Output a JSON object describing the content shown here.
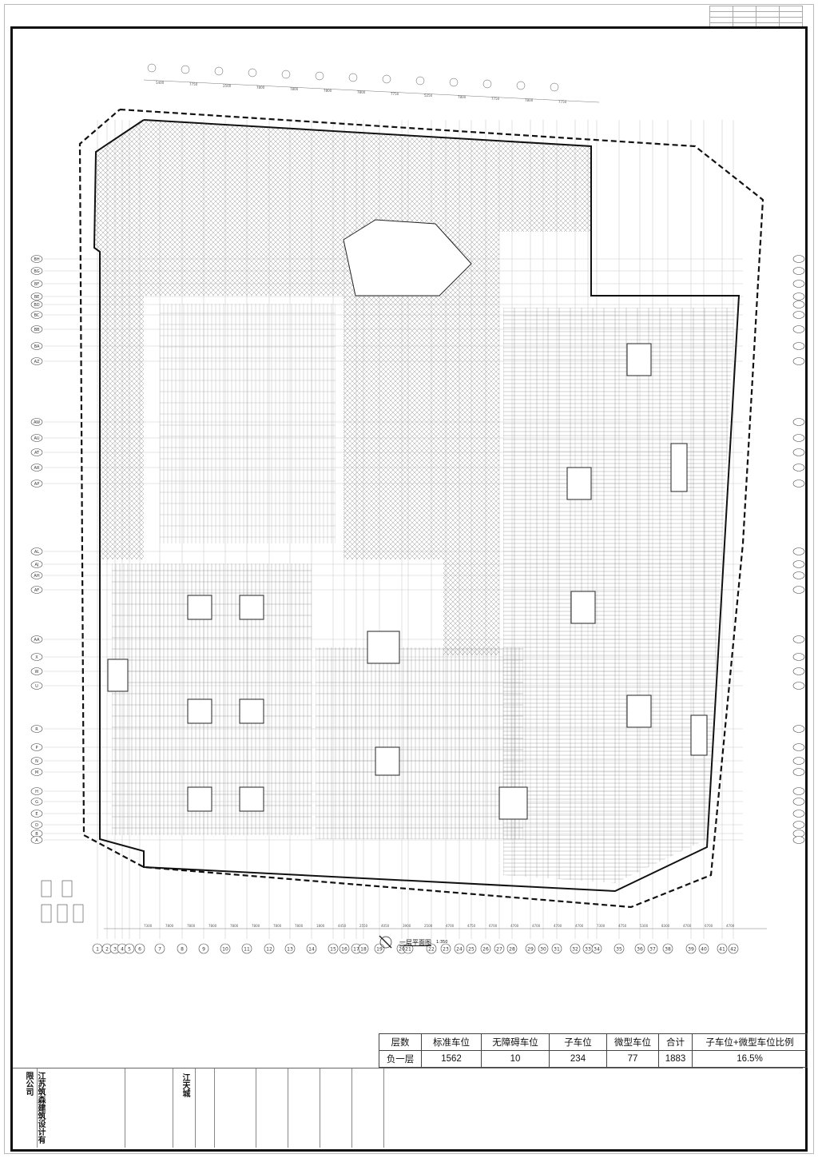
{
  "drawing": {
    "title": "一层平面图",
    "scale": "1:350",
    "bottom_axes": [
      "1",
      "2",
      "3",
      "4",
      "5",
      "6",
      "7",
      "8",
      "9",
      "10",
      "11",
      "12",
      "13",
      "14",
      "15",
      "16",
      "17",
      "18",
      "19",
      "20",
      "21",
      "22",
      "23",
      "24",
      "25",
      "26",
      "27",
      "28",
      "29",
      "30",
      "31",
      "32",
      "33",
      "34",
      "35",
      "36",
      "37",
      "38",
      "39",
      "40",
      "41",
      "42"
    ],
    "left_axes": [
      "BH",
      "BG",
      "BF",
      "BE",
      "BD",
      "BC",
      "BB",
      "BA",
      "AZ",
      "AW",
      "AU",
      "AT",
      "AR",
      "AP",
      "AL",
      "AJ",
      "AH",
      "AF",
      "AA",
      "X",
      "W",
      "U",
      "R",
      "P",
      "N",
      "M",
      "H",
      "G",
      "E",
      "D",
      "B",
      "A"
    ],
    "top_dimensions": [
      "5400",
      "7750",
      "2500",
      "7800",
      "7800",
      "7800",
      "7800",
      "7750",
      "5250",
      "7800",
      "7750",
      "7800",
      "7750"
    ],
    "bottom_dimensions": [
      "7300",
      "7800",
      "7800",
      "7800",
      "7800",
      "7800",
      "7800",
      "7800",
      "1800",
      "4450",
      "2550",
      "4050",
      "3900",
      "2500",
      "4700",
      "4750",
      "6700",
      "4700",
      "4700",
      "4700",
      "4700",
      "7300",
      "4750",
      "5300",
      "8300",
      "4700",
      "6700",
      "4700"
    ]
  },
  "stats_table": {
    "headers": [
      "层数",
      "标准车位",
      "无障碍车位",
      "子车位",
      "微型车位",
      "合计",
      "子车位+微型车位比例"
    ],
    "row": [
      "负一层",
      "1562",
      "10",
      "234",
      "77",
      "1883",
      "16.5%"
    ]
  },
  "title_block": {
    "company": "江苏筑森建筑设计有限公司",
    "project": "江天城"
  },
  "colors": {
    "line": "#222222",
    "hatch": "#9a9a9a",
    "grid": "#b0b0b0"
  }
}
